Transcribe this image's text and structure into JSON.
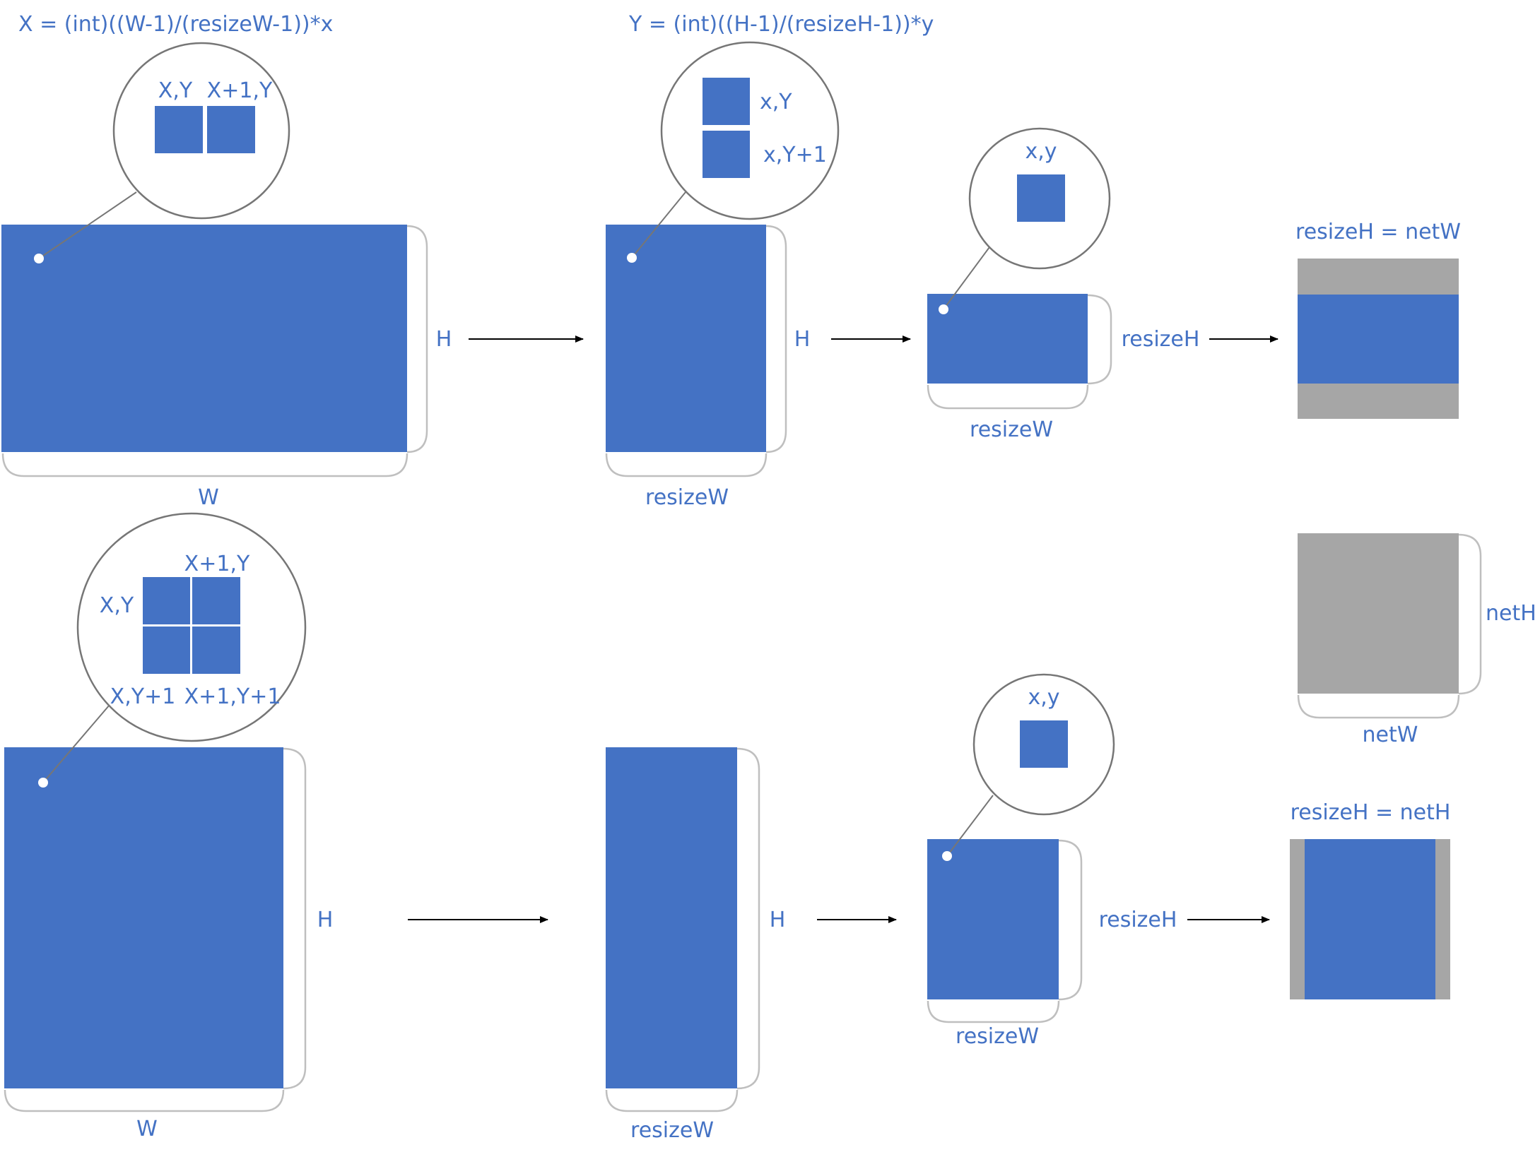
{
  "colors": {
    "pixel_blue": "#4472c4",
    "padding_gray": "#a6a6a6",
    "bracket": "#bfbfbf",
    "text": "#4472c4"
  },
  "formulas": {
    "x_mapping": "X = (int)((W-1)/(resizeW-1))*x",
    "y_mapping": "Y = (int)((H-1)/(resizeH-1))*y"
  },
  "labels": {
    "W": "W",
    "H": "H",
    "resizeW": "resizeW",
    "resizeH": "resizeH",
    "netW": "netW",
    "netH": "netH",
    "resizeH_eq_netW": "resizeH = netW",
    "resizeH_eq_netH": "resizeH = netH"
  },
  "pixels": {
    "XY": "X,Y",
    "X1Y": "X+1,Y",
    "xY": "x,Y",
    "xY1": "x,Y+1",
    "xy": "x,y",
    "XY1": "X,Y+1",
    "X1Y1": "X+1,Y+1"
  }
}
